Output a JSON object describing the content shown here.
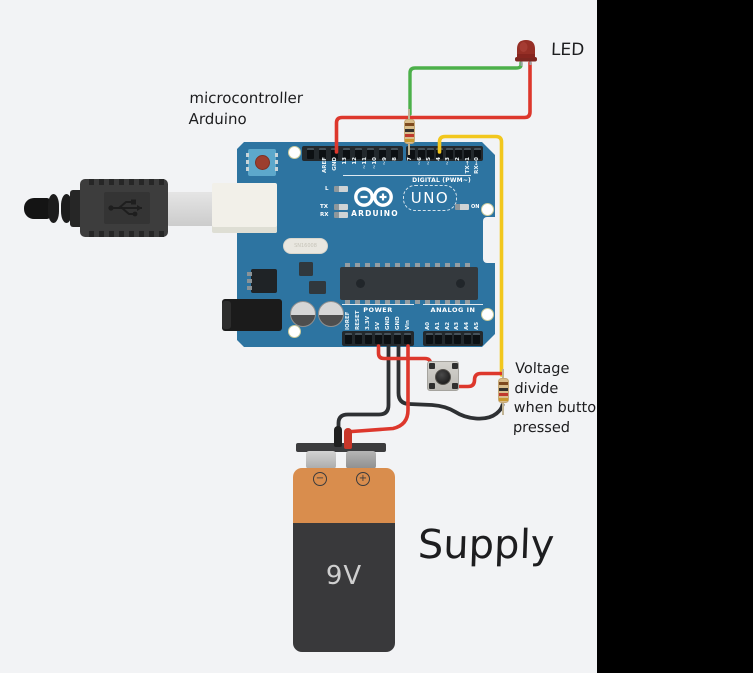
{
  "annotations": {
    "mc_line1": "microcontroller",
    "mc_line2": "Arduino",
    "led_label": "LED",
    "volt_line1": "Voltage",
    "volt_line2": "divide",
    "volt_line3": "when butto",
    "volt_line4": "pressed",
    "supply_label": "Supply"
  },
  "board": {
    "brand": "ARDUINO",
    "model": "UNO",
    "digital_label": "DIGITAL (PWM~)",
    "power_label": "POWER",
    "analog_label": "ANALOG IN",
    "on_label": "ON",
    "led_l": "L",
    "led_tx": "TX",
    "led_rx": "RX",
    "crystal_label": "SN16008",
    "top_left_pins": [
      "AREF",
      "GND",
      "13",
      "12",
      "~11",
      "~10",
      "~9",
      "8"
    ],
    "top_right_pins": [
      "7",
      "~6",
      "~5",
      "4",
      "~3",
      "2",
      "TX→1",
      "RX←0"
    ],
    "power_pins": [
      "IOREF",
      "RESET",
      "3.3V",
      "5V",
      "GND",
      "GND",
      "Vin"
    ],
    "analog_pins": [
      "A0",
      "A1",
      "A2",
      "A3",
      "A4",
      "A5"
    ]
  },
  "battery": {
    "voltage_label": "9V",
    "minus_symbol": "−",
    "plus_symbol": "+"
  },
  "colors": {
    "background": "#f2f3f5",
    "right_panel": "#000000",
    "board_blue": "#2d74a1",
    "wire_red": "#dd372c",
    "wire_green": "#4cb04a",
    "wire_yellow": "#f2c71d",
    "wire_black": "#2e3033",
    "battery_orange": "#d98d4d",
    "battery_dark": "#39393b",
    "resistor_body": "#d9be8c"
  }
}
